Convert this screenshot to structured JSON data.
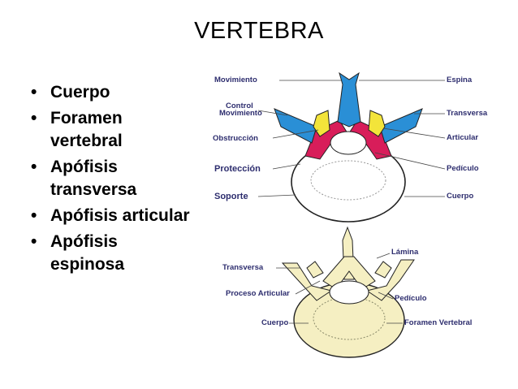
{
  "slide": {
    "title": "VERTEBRA"
  },
  "bullets": [
    "Cuerpo",
    "Foramen vertebral",
    "Apófisis transversa",
    "Apófisis articular",
    "Apófisis espinosa"
  ],
  "bullet_lines": [
    [
      "Cuerpo"
    ],
    [
      "Foramen",
      "vertebral"
    ],
    [
      "Apófisis",
      "transversa"
    ],
    [
      "Apófisis articular"
    ],
    [
      "Apófisis",
      "espinosa"
    ]
  ],
  "diagram": {
    "top_labels": {
      "movimiento": "Movimiento",
      "control_movimiento_1": "Control",
      "control_movimiento_2": "Movimiento",
      "obstruccion": "Obstrucción",
      "proteccion": "Protección",
      "soporte": "Soporte",
      "espina": "Espina",
      "transversa": "Transversa",
      "articular": "Articular",
      "pediculo": "Pedículo",
      "cuerpo": "Cuerpo"
    },
    "bottom_labels": {
      "lamina": "Lámina",
      "transversa": "Transversa",
      "proceso_articular": "Proceso Articular",
      "pediculo": "Pedículo",
      "cuerpo": "Cuerpo",
      "foramen_vertebral": "Foramen Vertebral"
    },
    "colors": {
      "spine_blue": "#2a8fd6",
      "articular_yellow": "#f3e43a",
      "pedicle_red": "#d81d5a",
      "bone_cream": "#f5efc2",
      "label_navy": "#2d2d6e"
    }
  }
}
